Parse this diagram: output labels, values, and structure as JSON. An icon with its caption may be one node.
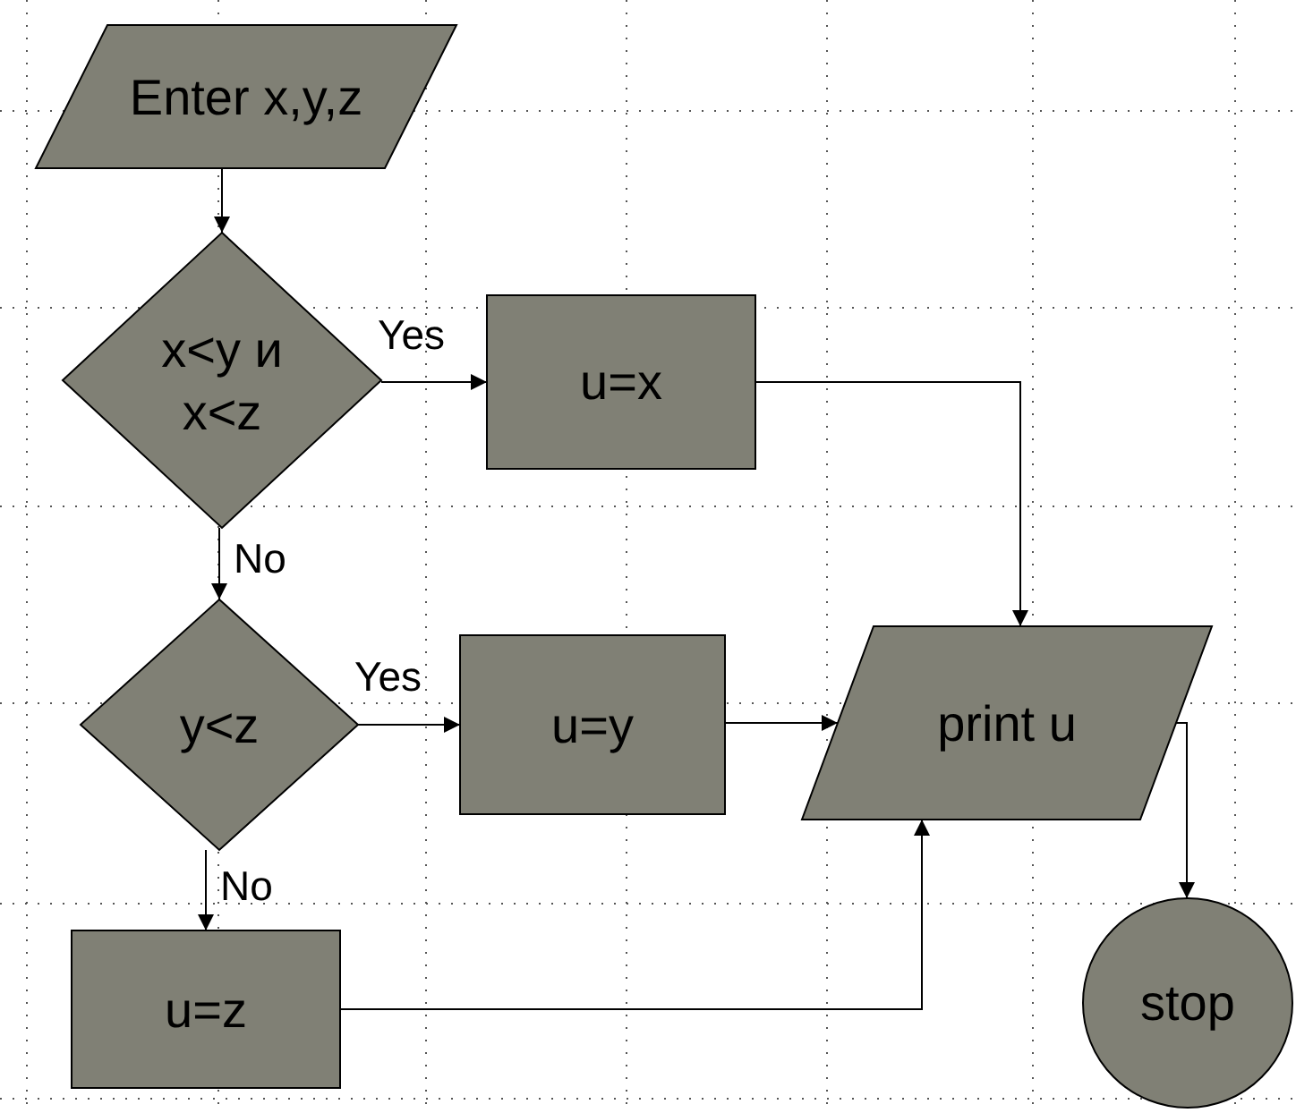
{
  "diagram": {
    "nodes": [
      {
        "text": [
          "Enter x,y,z"
        ]
      },
      {
        "text": [
          "x<y и x<z"
        ]
      },
      {
        "text": [
          "u=x"
        ]
      },
      {
        "text": [
          "y<z"
        ]
      },
      {
        "text": [
          "u=y"
        ]
      },
      {
        "text": [
          "print u"
        ]
      },
      {
        "text": [
          "u=z"
        ]
      },
      {
        "text": [
          "stop"
        ]
      }
    ],
    "edges": [
      {
        "from": 0,
        "to": 1,
        "arrow": "to"
      },
      {
        "from": 1,
        "to": 2,
        "arrow": "to",
        "label": "Yes"
      },
      {
        "from": 1,
        "to": 3,
        "arrow": "to",
        "label": "No"
      },
      {
        "from": 3,
        "to": 4,
        "arrow": "to",
        "label": "Yes"
      },
      {
        "from": 3,
        "to": 6,
        "arrow": "to",
        "label": "No"
      },
      {
        "from": 2,
        "to": 5,
        "arrow": "to"
      },
      {
        "from": 4,
        "to": 5,
        "arrow": "to"
      },
      {
        "from": 6,
        "to": 5,
        "arrow": "to"
      },
      {
        "from": 5,
        "to": 7,
        "arrow": "to"
      }
    ]
  }
}
